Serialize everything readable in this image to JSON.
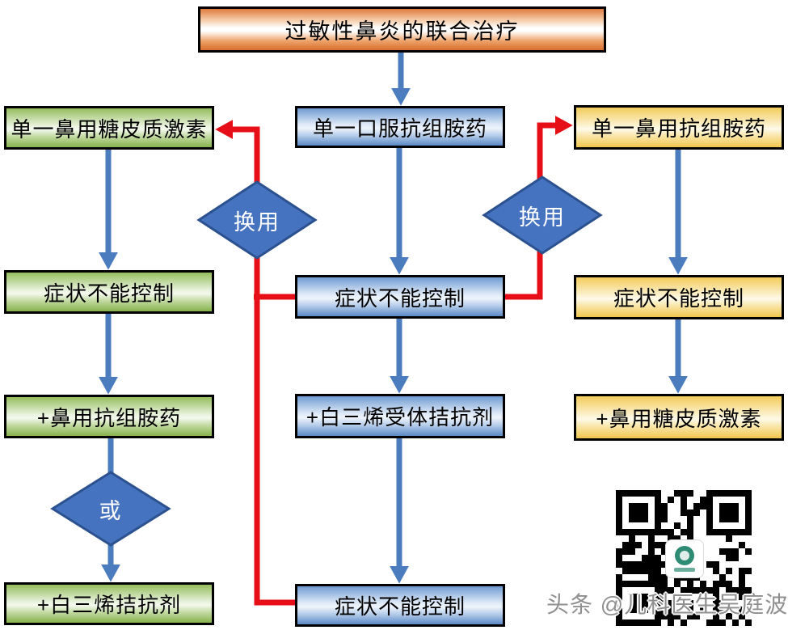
{
  "title": "过敏性鼻炎的联合治疗",
  "nodes": {
    "left": [
      "单一鼻用糖皮质激素",
      "症状不能控制",
      "+鼻用抗组胺药",
      "+白三烯拮抗剂"
    ],
    "middle": [
      "单一口服抗组胺药",
      "症状不能控制",
      "+白三烯受体拮抗剂",
      "症状不能控制"
    ],
    "right": [
      "单一鼻用抗组胺药",
      "症状不能控制",
      "+鼻用糖皮质激素"
    ]
  },
  "diamonds": {
    "switch_left": "换用",
    "switch_right": "换用",
    "or": "或"
  },
  "watermark": "头条 @儿科医生吴庭波",
  "colors": {
    "title_orange": "#dd7b3f",
    "left_green": "#8db854",
    "middle_blue": "#4472c4",
    "right_yellow": "#f2cd5f",
    "arrow_blue": "#4b7cbd",
    "connector_red": "#e60f17",
    "diamond_fill": "#4673c0",
    "diamond_stroke": "#2c518f"
  }
}
